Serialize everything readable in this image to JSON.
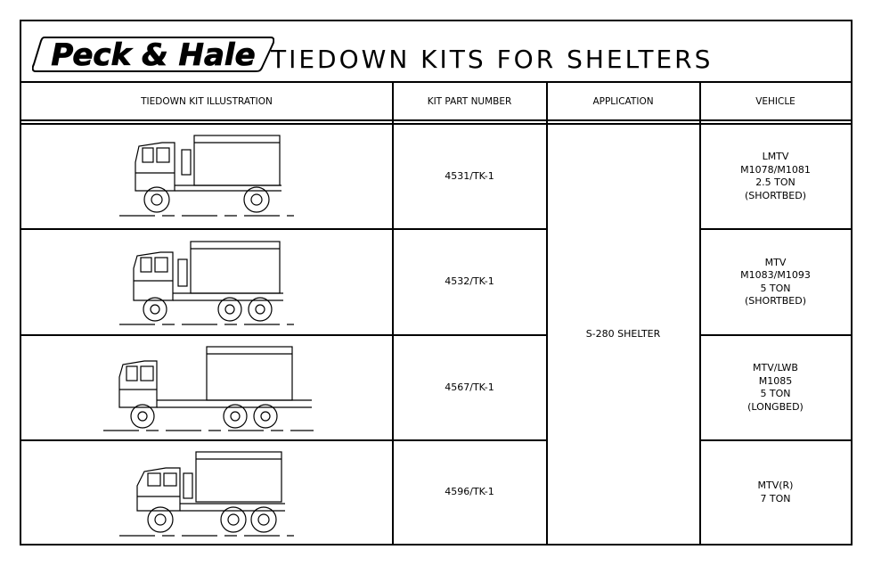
{
  "header": {
    "brand": "Peck & Hale",
    "title": "TIEDOWN KITS FOR SHELTERS"
  },
  "columns": [
    "TIEDOWN KIT ILLUSTRATION",
    "KIT PART NUMBER",
    "APPLICATION",
    "VEHICLE"
  ],
  "application": "S-280 SHELTER",
  "rows": [
    {
      "part": "4531/TK-1",
      "vehicle": [
        "LMTV",
        "M1078/M1081",
        "2.5 TON",
        "(SHORTBED)"
      ],
      "icon": "truck-4x4-shortbed-icon"
    },
    {
      "part": "4532/TK-1",
      "vehicle": [
        "MTV",
        "M1083/M1093",
        "5 TON",
        "(SHORTBED)"
      ],
      "icon": "truck-6x6-shortbed-icon"
    },
    {
      "part": "4567/TK-1",
      "vehicle": [
        "MTV/LWB",
        "M1085",
        "5 TON",
        "(LONGBED)"
      ],
      "icon": "truck-6x6-longbed-icon"
    },
    {
      "part": "4596/TK-1",
      "vehicle": [
        "MTV(R)",
        "7 TON"
      ],
      "icon": "truck-6x6-recovery-icon"
    }
  ]
}
